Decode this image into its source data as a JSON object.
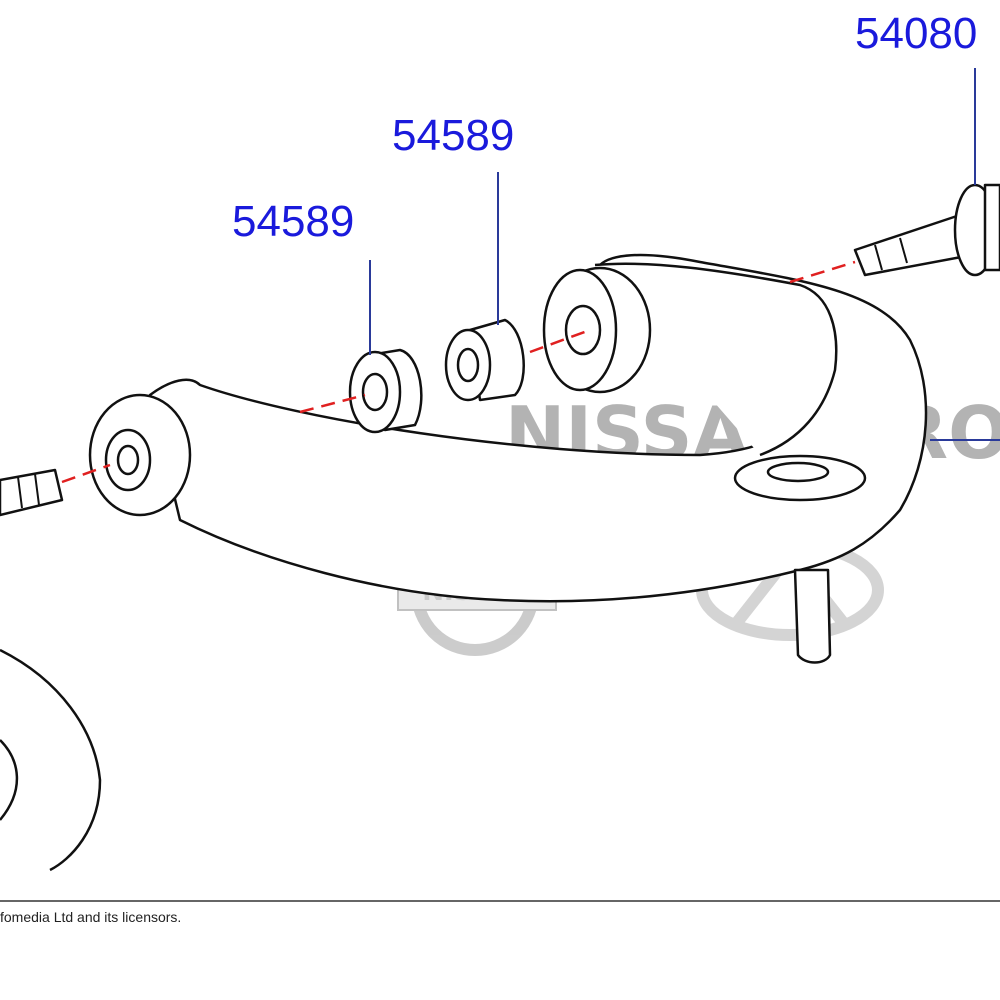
{
  "diagram": {
    "callouts": [
      "54080",
      "54589",
      "54589"
    ],
    "watermark_text": "NISSAN GROUP",
    "logo_nissan_text": "NISSAN",
    "colors": {
      "callout": "#1a1adc",
      "axis": "#e02020",
      "leader": "#2a3a9a"
    }
  },
  "footer": {
    "copyright": "fomedia Ltd and its licensors."
  }
}
